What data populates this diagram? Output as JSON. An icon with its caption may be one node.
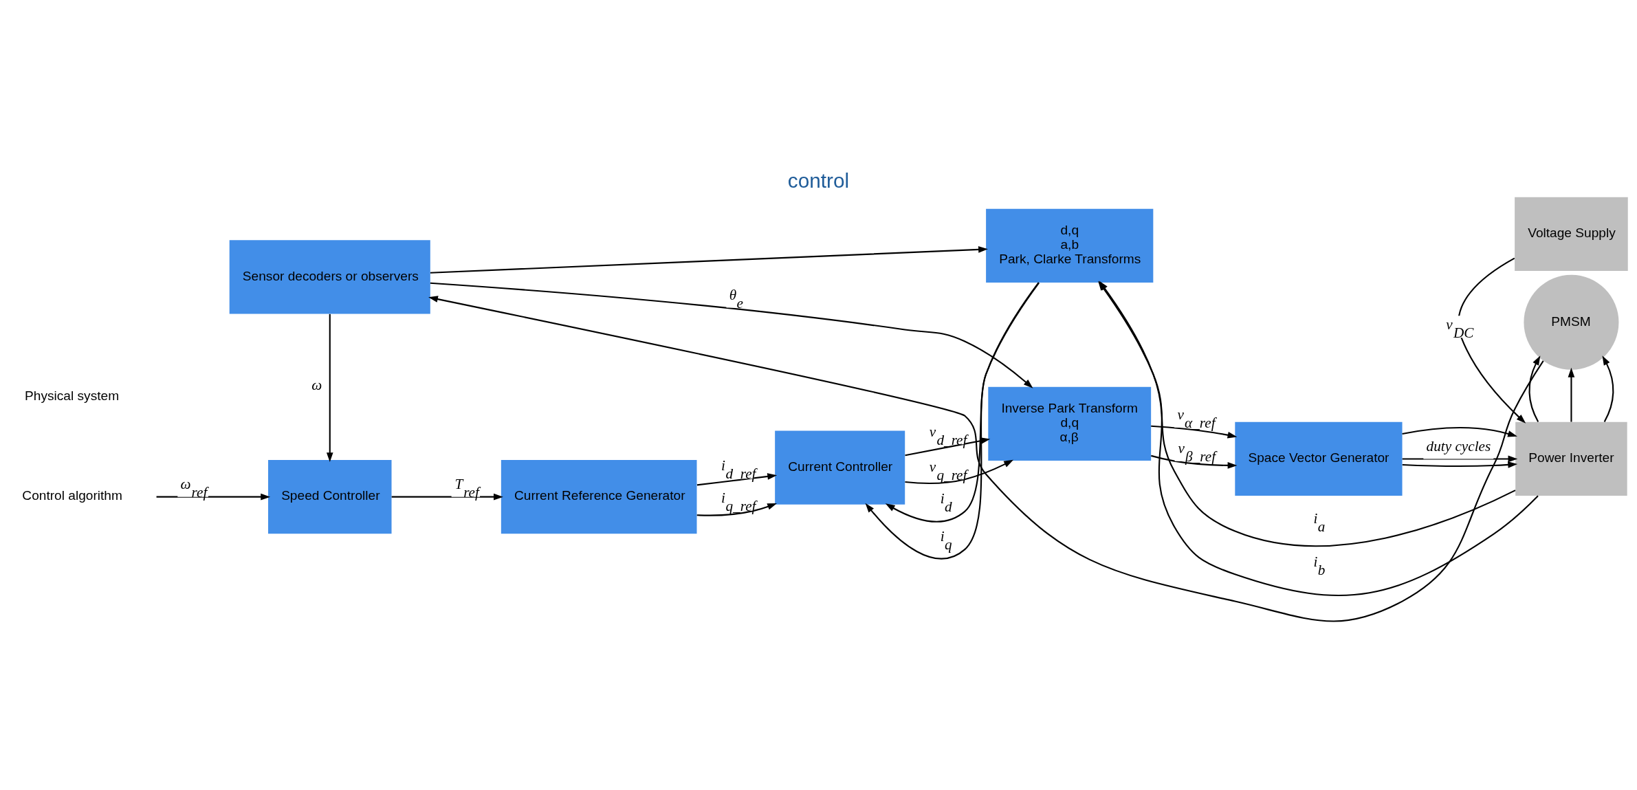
{
  "diagram": {
    "title": "control",
    "nodes": [
      {
        "text": [
          "Speed Controller"
        ]
      },
      {
        "text": [
          "Current Reference Generator"
        ]
      },
      {
        "text": [
          "Current Controller"
        ]
      },
      {
        "text": [
          "Inverse Park Transform",
          "d,q",
          "α,β"
        ]
      },
      {
        "text": [
          "Space Vector Generator"
        ]
      },
      {
        "text": [
          "Voltage Supply"
        ]
      },
      {
        "text": [
          "Power Inverter"
        ]
      },
      {
        "text": [
          "d,q",
          "a,b",
          "Park, Clarke Transforms"
        ]
      },
      {
        "text": [
          "Sensor decoders or observers"
        ]
      },
      {
        "text": [
          "PMSM"
        ]
      }
    ],
    "edges": [
      {
        "from": null,
        "to": 0,
        "arrow": "to",
        "label": "ω$_{ref}$"
      },
      {
        "from": 0,
        "to": 1,
        "arrow": "to",
        "label": "T$_{ref}$"
      },
      {
        "from": 1,
        "to": 2,
        "arrow": "to",
        "label": "i$_{d_ref}$"
      },
      {
        "from": 1,
        "to": 2,
        "arrow": "to",
        "label": "i$_{q_ref}$"
      },
      {
        "from": 2,
        "to": 3,
        "arrow": "to",
        "label": "v$_{d_ref}$"
      },
      {
        "from": 2,
        "to": 3,
        "arrow": "to",
        "label": "v$_{q_ref}$"
      },
      {
        "from": 3,
        "to": 4,
        "arrow": "to",
        "label": "v$_{α_ref}$"
      },
      {
        "from": 3,
        "to": 4,
        "arrow": "to",
        "label": "v$_{β_ref}$"
      },
      {
        "from": 4,
        "to": 6,
        "arrow": "to"
      },
      {
        "from": 4,
        "to": 6,
        "arrow": "to",
        "label": "duty cycles"
      },
      {
        "from": 4,
        "to": 6,
        "arrow": "to"
      },
      {
        "from": 5,
        "to": 6,
        "arrow": "to",
        "label": "v$_{DC}$"
      },
      {
        "from": 6,
        "to": 9,
        "arrow": "to"
      },
      {
        "from": 6,
        "to": 9,
        "arrow": "to"
      },
      {
        "from": 6,
        "to": 9,
        "arrow": "to"
      },
      {
        "from": 6,
        "to": 7,
        "arrow": "to",
        "label": "i$_{a}$"
      },
      {
        "from": 6,
        "to": 7,
        "arrow": "to",
        "label": "i$_{b}$"
      },
      {
        "from": 7,
        "to": 2,
        "arrow": "to",
        "label": "i$_{d}$"
      },
      {
        "from": 7,
        "to": 2,
        "arrow": "to",
        "label": "i$_{q}$"
      },
      {
        "from": 8,
        "to": 0,
        "arrow": "to",
        "label": "ω"
      },
      {
        "from": 8,
        "to": 3,
        "arrow": "to",
        "label": "θ$_{e}$"
      },
      {
        "from": 8,
        "to": 7,
        "arrow": "to"
      },
      {
        "from": 9,
        "to": 8,
        "arrow": "to"
      }
    ],
    "labels": [
      "Control algorithm",
      "Physical system"
    ]
  }
}
